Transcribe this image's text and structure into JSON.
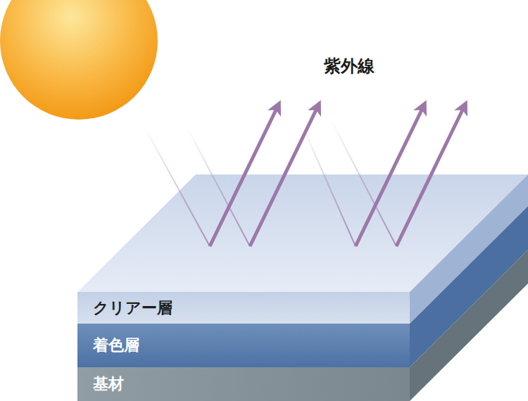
{
  "diagram": {
    "nodes": [
      {
        "text": [
          "クリアー層"
        ]
      },
      {
        "text": [
          "着色層"
        ]
      },
      {
        "text": [
          "基材"
        ]
      }
    ],
    "labels": [
      "紫外線"
    ]
  }
}
